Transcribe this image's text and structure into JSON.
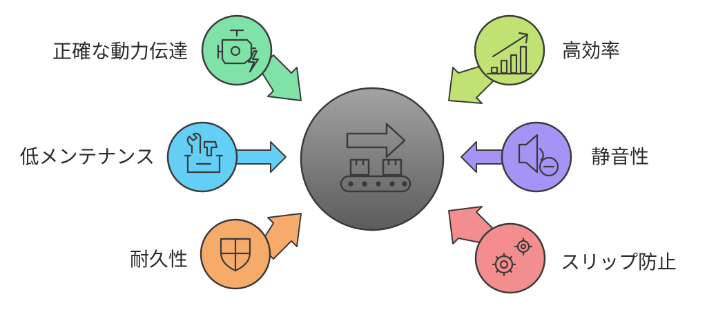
{
  "center": {
    "icon": "conveyor-belt-icon",
    "color": "#7a7a7a"
  },
  "features": [
    {
      "label": "正確な動力伝達",
      "icon": "engine-power-icon",
      "color": "#7fe2a6"
    },
    {
      "label": "低メンテナンス",
      "icon": "toolbox-icon",
      "color": "#63cff5"
    },
    {
      "label": "耐久性",
      "icon": "shield-icon",
      "color": "#f6ab6b"
    },
    {
      "label": "高効率",
      "icon": "growth-chart-icon",
      "color": "#bfe272"
    },
    {
      "label": "静音性",
      "icon": "volume-down-icon",
      "color": "#a693f5"
    },
    {
      "label": "スリップ防止",
      "icon": "gears-icon",
      "color": "#f48d8d"
    }
  ]
}
